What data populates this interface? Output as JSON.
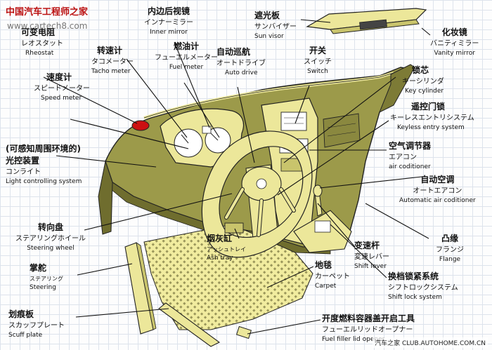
{
  "site": {
    "brand": "中国汽车工程师之家",
    "url": "www.cartech8.com"
  },
  "footer": {
    "brand": "汽车之家 CLUB.AUTOHOME.COM.CN"
  },
  "labels": [
    {
      "id": "rheostat",
      "cn": "可变电阻",
      "ja": "レオスタット",
      "en": "Rheostat"
    },
    {
      "id": "inner-mirror",
      "cn": "内边后视镜",
      "ja": "インナーミラー",
      "en": "Inner mirror"
    },
    {
      "id": "sun-visor",
      "cn": "遮光板",
      "ja": "サンバイザー",
      "en": "Sun visor"
    },
    {
      "id": "vanity-mirror",
      "cn": "化妆镜",
      "ja": "バニティミラー",
      "en": "Vanity mirror"
    },
    {
      "id": "tacho-meter",
      "cn": "转速计",
      "ja": "タコメーター",
      "en": "Tacho meter"
    },
    {
      "id": "fuel-meter",
      "cn": "燃油计",
      "ja": "フューエルメーター",
      "en": "Fuel meter"
    },
    {
      "id": "auto-drive",
      "cn": "自动巡航",
      "ja": "オートドライブ",
      "en": "Auto drive"
    },
    {
      "id": "switch",
      "cn": "开关",
      "ja": "スイッチ",
      "en": "Switch"
    },
    {
      "id": "key-cylinder",
      "cn": "锁芯",
      "ja": "キーシリンダ",
      "en": "Key cylinder"
    },
    {
      "id": "speed-meter",
      "cn": "速度计",
      "ja": "スピードメーター",
      "en": "Speed meter"
    },
    {
      "id": "keyless-entry",
      "cn": "遥控门锁",
      "ja": "キーレスエントリシステム",
      "en": "Keyless entry system"
    },
    {
      "id": "light-control",
      "cn": "(可感知周围环境的)",
      "cn2": "光控装置",
      "ja": "コンライト",
      "en": "Light controlling system"
    },
    {
      "id": "air-conditioner",
      "cn": "空气调节器",
      "ja": "エアコン",
      "en": "air coditioner"
    },
    {
      "id": "auto-ac",
      "cn": "自动空调",
      "ja": "オートエアコン",
      "en": "Automatic air coditioner"
    },
    {
      "id": "steering-wheel",
      "cn": "转向盘",
      "ja": "ステアリングホイール",
      "en": "Steering wheel"
    },
    {
      "id": "ash-tray",
      "cn": "烟灰缸",
      "ja": "アッシュトレイ",
      "en": "Ash tray"
    },
    {
      "id": "shift-lever",
      "cn": "变速杆",
      "ja": "変速レバー",
      "en": "Shift lever"
    },
    {
      "id": "flange",
      "cn": "凸缘",
      "ja": "フランジ",
      "en": "Flange"
    },
    {
      "id": "steering",
      "cn": "掌舵",
      "ja": "ステアリング",
      "en": "Steering"
    },
    {
      "id": "carpet",
      "cn": "地毯",
      "ja": "カーペット",
      "en": "Carpet"
    },
    {
      "id": "shift-lock",
      "cn": "换档锁紧系统",
      "ja": "シフトロックシステム",
      "en": "Shift lock system"
    },
    {
      "id": "scuff-plate",
      "cn": "划痕板",
      "ja": "スカッフプレート",
      "en": "Scuff plate"
    },
    {
      "id": "fuel-filler",
      "cn": "开度燃料容器盖开启工具",
      "ja": "フューエルリッドオープナー",
      "en": "Fuel filler lid opener"
    }
  ],
  "colors": {
    "dash": "#9c9a4a",
    "dash_dark": "#6f6d2e",
    "trim": "#ece79a",
    "outline": "#222222",
    "lamp": "#cc1111"
  }
}
